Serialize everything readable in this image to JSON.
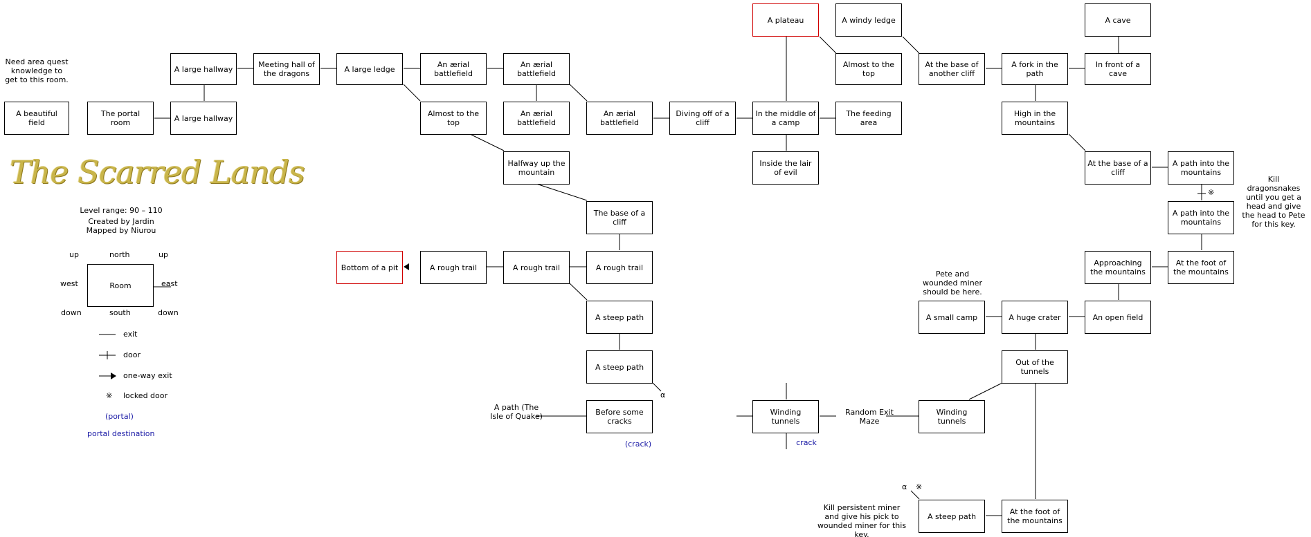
{
  "title": "The Scarred Lands",
  "info": {
    "level_range": "Level range: 90 – 110",
    "created_by": "Created by Jardin",
    "mapped_by": "Mapped by Niurou"
  },
  "legend": {
    "up_left": "up",
    "north": "north",
    "up_right": "up",
    "west": "west",
    "room": "Room",
    "east": "east",
    "down_left": "down",
    "south": "south",
    "down_right": "down",
    "exit": "exit",
    "door": "door",
    "one_way": "one-way exit",
    "locked_door": "locked door",
    "portal": "(portal)",
    "portal_destination": "portal destination"
  },
  "rooms": {
    "beautiful_field": "A beautiful field",
    "portal_room": "The portal room",
    "large_hallway_1": "A large hallway",
    "large_hallway_2": "A large hallway",
    "meeting_hall": "Meeting hall of the dragons",
    "large_ledge": "A large ledge",
    "aerial_1": "An ærial battlefield",
    "aerial_2": "An ærial battlefield",
    "aerial_3": "An ærial battlefield",
    "aerial_4": "An ærial battlefield",
    "almost_top_1": "Almost to the top",
    "halfway_up": "Halfway up the mountain",
    "base_cliff": "The base of a cliff",
    "rough_trail_1": "A rough trail",
    "rough_trail_2": "A rough trail",
    "rough_trail_3": "A rough trail",
    "bottom_pit": "Bottom of a pit",
    "steep_path_1": "A steep path",
    "steep_path_2": "A steep path",
    "before_cracks": "Before some cracks",
    "diving_cliff": "Diving off of a cliff",
    "plateau": "A plateau",
    "middle_camp": "In the middle of a camp",
    "lair_evil": "Inside the lair of evil",
    "windy_ledge": "A windy ledge",
    "almost_top_2": "Almost to the top",
    "feeding_area": "The feeding area",
    "base_another": "At the base of another cliff",
    "fork_path": "A fork in the path",
    "cave": "A cave",
    "front_cave": "In front of a cave",
    "high_mountains": "High in the mountains",
    "base_cliff_2": "At the base of a cliff",
    "path_mountains_1": "A path into the mountains",
    "path_mountains_2": "A path into the mountains",
    "approaching": "Approaching the mountains",
    "foot_mountains_1": "At the foot of the mountains",
    "open_field": "An open field",
    "huge_crater": "A huge crater",
    "small_camp": "A small camp",
    "out_tunnels": "Out of the tunnels",
    "winding_1": "Winding tunnels",
    "winding_2": "Winding tunnels",
    "steep_path_3": "A steep path",
    "foot_mountains_2": "At the foot of the mountains"
  },
  "notes": {
    "need_area": "Need area quest knowledge to get to this room.",
    "path_isle": "A path (The Isle of Quake)",
    "crack_portal_1": "(crack)",
    "crack_dest": "crack",
    "random_maze": "Random Exit Maze",
    "pete": "Pete and wounded miner should be here.",
    "kill_dragon": "Kill dragonsnakes until you get a head and give the head to Pete for this key.",
    "kill_miner": "Kill persistent miner and give his pick to wounded miner for this key.",
    "alpha_1": "α",
    "alpha_2": "α"
  },
  "colors": {
    "room_border": "#000000",
    "highlight_border": "#d00000",
    "portal_text": "#1a1aa6",
    "title_gold": "#c9b54a"
  }
}
